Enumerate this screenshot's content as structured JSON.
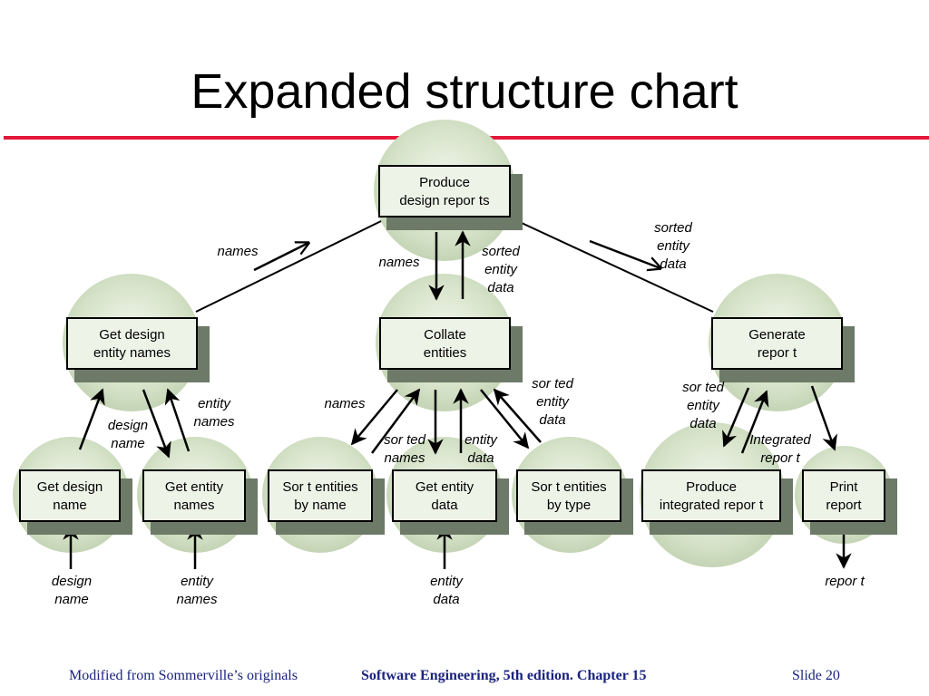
{
  "slide": {
    "title": "Expanded structure chart"
  },
  "nodes": [
    {
      "id": "produce",
      "lines": [
        "Produce",
        "design repor ts"
      ]
    },
    {
      "id": "get-design-entity-names",
      "lines": [
        "Get design",
        "entity names"
      ]
    },
    {
      "id": "collate",
      "lines": [
        "Collate",
        "entities"
      ]
    },
    {
      "id": "generate",
      "lines": [
        "Generate",
        "repor t"
      ]
    },
    {
      "id": "get-design-name",
      "lines": [
        "Get design",
        "name"
      ]
    },
    {
      "id": "get-entity-names",
      "lines": [
        "Get entity",
        "names"
      ]
    },
    {
      "id": "sort-by-name",
      "lines": [
        "Sor t entities",
        "by name"
      ]
    },
    {
      "id": "get-entity-data",
      "lines": [
        "Get entity",
        "data"
      ]
    },
    {
      "id": "sort-by-type",
      "lines": [
        "Sor t entities",
        "by type"
      ]
    },
    {
      "id": "produce-integrated",
      "lines": [
        "Produce",
        "integrated repor t"
      ]
    },
    {
      "id": "print",
      "lines": [
        "Print",
        "report"
      ]
    }
  ],
  "flow_labels": [
    {
      "id": "lbl-names-top",
      "lines": [
        "names"
      ]
    },
    {
      "id": "lbl-names-mid",
      "lines": [
        "names"
      ]
    },
    {
      "id": "lbl-sorted-mid",
      "lines": [
        "sorted",
        "entity",
        "data"
      ]
    },
    {
      "id": "lbl-sorted-right",
      "lines": [
        "sorted",
        "entity",
        "data"
      ]
    },
    {
      "id": "lbl-design-name",
      "lines": [
        "design",
        "name"
      ]
    },
    {
      "id": "lbl-entity-names",
      "lines": [
        "entity",
        "names"
      ]
    },
    {
      "id": "lbl-names-collate",
      "lines": [
        "names"
      ]
    },
    {
      "id": "lbl-sorted-names",
      "lines": [
        "sor ted",
        "names"
      ]
    },
    {
      "id": "lbl-entity-data-mid",
      "lines": [
        "entity",
        "data"
      ]
    },
    {
      "id": "lbl-sorted-entity-data",
      "lines": [
        "sor ted",
        "entity",
        "data"
      ]
    },
    {
      "id": "lbl-sorted-entity-data-gen",
      "lines": [
        "sor ted",
        "entity",
        "data"
      ]
    },
    {
      "id": "lbl-integrated",
      "lines": [
        "Integrated",
        "repor t"
      ]
    },
    {
      "id": "lbl-in-design-name",
      "lines": [
        "design",
        "name"
      ]
    },
    {
      "id": "lbl-in-entity-names",
      "lines": [
        "entity",
        "names"
      ]
    },
    {
      "id": "lbl-in-entity-data",
      "lines": [
        "entity",
        "data"
      ]
    },
    {
      "id": "lbl-out-report",
      "lines": [
        "repor t"
      ]
    }
  ],
  "footer": {
    "left": "Modified from Sommerville’s originals",
    "center": "Software Engineering, 5th edition. Chapter 15",
    "right": "Slide  20"
  },
  "colors": {
    "title_rule": "#e4183b",
    "circle_fill": "#d6e3c9",
    "box_fill": "#eef3e8",
    "box_shadow": "#6d7a68",
    "footer_text": "#1a237e"
  }
}
